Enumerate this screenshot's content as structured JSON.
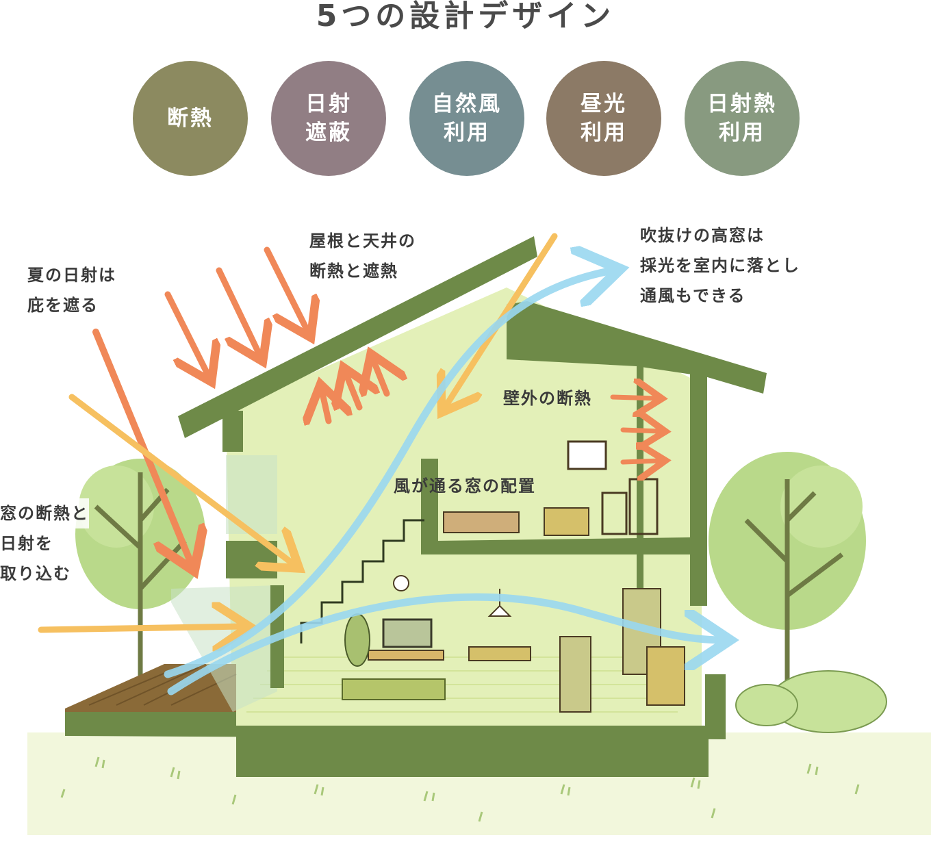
{
  "title": "5つの設計デザイン",
  "categories": [
    {
      "lines": [
        "断熱"
      ]
    },
    {
      "lines": [
        "日射",
        "遮蔽"
      ]
    },
    {
      "lines": [
        "自然風",
        "利用"
      ]
    },
    {
      "lines": [
        "昼光",
        "利用"
      ]
    },
    {
      "lines": [
        "日射熱",
        "利用"
      ]
    }
  ],
  "colors": {
    "insulation": "#8c8a60",
    "shading": "#917e84",
    "wind": "#768e92",
    "daylight": "#8c7a66",
    "solar_heat": "#889a80",
    "house_frame": "#6e8a48",
    "interior": "#e3f0b8",
    "heat_arrow": "#f08858",
    "sun_arrow": "#f6c060",
    "wind_arrow": "#9ad8f0"
  },
  "labels": {
    "summer_sun": [
      "夏の日射は",
      "庇を遮る"
    ],
    "roof": [
      "屋根と天井の",
      "断熱と遮熱"
    ],
    "high_window": [
      "吹抜けの高窓は",
      "採光を室内に落とし",
      "通風もできる"
    ],
    "wall": [
      "壁外の断熱"
    ],
    "window_layout": [
      "風が通る窓の配置"
    ],
    "window_insulation": [
      "窓の断熱と",
      "日射を",
      "取り込む"
    ]
  }
}
